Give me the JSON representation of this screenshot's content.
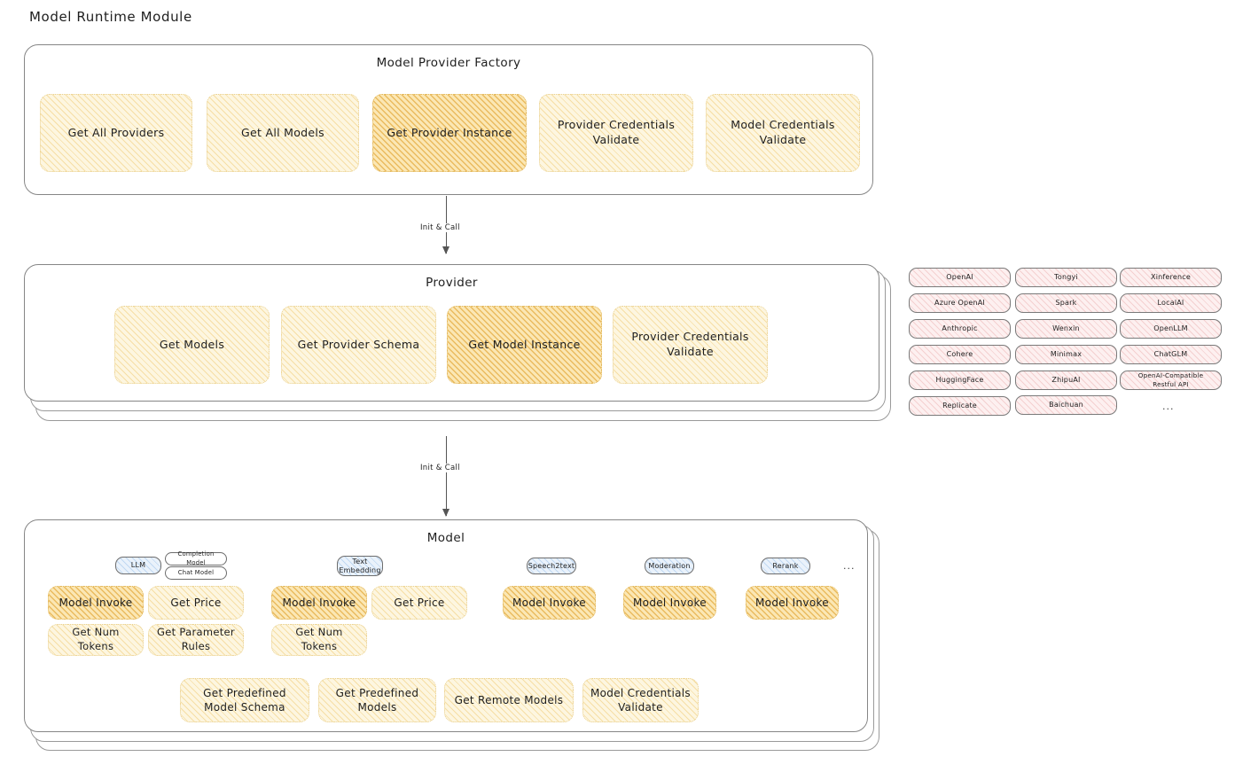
{
  "title": "Model Runtime Module",
  "layers": {
    "factory": {
      "title": "Model Provider Factory",
      "nodes": [
        {
          "label": "Get All Providers",
          "highlighted": false
        },
        {
          "label": "Get All Models",
          "highlighted": false
        },
        {
          "label": "Get Provider Instance",
          "highlighted": true
        },
        {
          "label": "Provider Credentials Validate",
          "highlighted": false
        },
        {
          "label": "Model Credentials Validate",
          "highlighted": false
        }
      ]
    },
    "provider": {
      "title": "Provider",
      "nodes": [
        {
          "label": "Get Models",
          "highlighted": false
        },
        {
          "label": "Get Provider Schema",
          "highlighted": false
        },
        {
          "label": "Get Model Instance",
          "highlighted": true
        },
        {
          "label": "Provider Credentials Validate",
          "highlighted": false
        }
      ]
    },
    "model": {
      "title": "Model",
      "capability_groups": [
        {
          "badge": "LLM",
          "badge_style": "blue",
          "sub_badges": [
            "Completion Model",
            "Chat Model"
          ],
          "methods": [
            {
              "label": "Model Invoke",
              "highlighted": true
            },
            {
              "label": "Get Price",
              "highlighted": false
            },
            {
              "label": "Get Num Tokens",
              "highlighted": false
            },
            {
              "label": "Get Parameter Rules",
              "highlighted": false
            }
          ]
        },
        {
          "badge": "Text Embedding",
          "badge_style": "blue",
          "sub_badges": [],
          "methods": [
            {
              "label": "Model Invoke",
              "highlighted": true
            },
            {
              "label": "Get Price",
              "highlighted": false
            },
            {
              "label": "Get Num Tokens",
              "highlighted": false
            }
          ]
        },
        {
          "badge": "Speech2text",
          "badge_style": "blue",
          "sub_badges": [],
          "methods": [
            {
              "label": "Model Invoke",
              "highlighted": true
            }
          ]
        },
        {
          "badge": "Moderation",
          "badge_style": "blue",
          "sub_badges": [],
          "methods": [
            {
              "label": "Model Invoke",
              "highlighted": true
            }
          ]
        },
        {
          "badge": "Rerank",
          "badge_style": "blue",
          "sub_badges": [],
          "methods": [
            {
              "label": "Model Invoke",
              "highlighted": true
            }
          ]
        }
      ],
      "more_indicator": "...",
      "shared_methods": [
        {
          "label": "Get Predefined Model Schema"
        },
        {
          "label": "Get Predefined Models"
        },
        {
          "label": "Get Remote Models"
        },
        {
          "label": "Model Credentials Validate"
        }
      ]
    }
  },
  "connections": [
    {
      "label": "Init & Call",
      "from": "factory",
      "to": "provider"
    },
    {
      "label": "Init & Call",
      "from": "provider",
      "to": "model"
    }
  ],
  "provider_list": {
    "more_indicator": "...",
    "columns": [
      [
        "OpenAI",
        "Azure OpenAI",
        "Anthropic",
        "Cohere",
        "HuggingFace",
        "Replicate"
      ],
      [
        "Tongyi",
        "Spark",
        "Wenxin",
        "Minimax",
        "ZhipuAI",
        "Baichuan"
      ],
      [
        "Xinference",
        "LocalAI",
        "OpenLLM",
        "ChatGLM",
        "OpenAI-Compatible Restful API"
      ]
    ]
  },
  "colors": {
    "node_fill": "#fdf6e0",
    "node_highlight_fill": "#fbe7b4",
    "provider_chip_fill": "#fdf0f0",
    "capability_badge_fill": "#eaf2fb",
    "stroke": "#868686"
  }
}
